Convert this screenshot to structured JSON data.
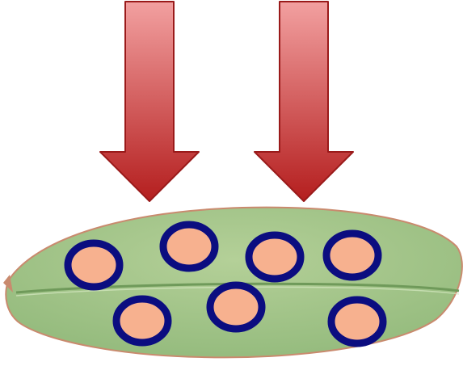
{
  "diagram": {
    "colors": {
      "arrow_top": "#f2a0a0",
      "arrow_bottom": "#b41e1e",
      "arrow_stroke": "#9a1a1a",
      "leaf_fill": "#93ba7c",
      "leaf_light": "#b4d098",
      "leaf_edge": "#c98a6e",
      "midrib": "#6f9a5a",
      "dot_fill": "#f7b18f",
      "dot_ring": "#0b0d80"
    },
    "arrows": [
      {
        "name": "arrow-left"
      },
      {
        "name": "arrow-right"
      }
    ],
    "dots": [
      {
        "name": "dot-1"
      },
      {
        "name": "dot-2"
      },
      {
        "name": "dot-3"
      },
      {
        "name": "dot-4"
      },
      {
        "name": "dot-5"
      },
      {
        "name": "dot-6"
      },
      {
        "name": "dot-7"
      }
    ]
  }
}
